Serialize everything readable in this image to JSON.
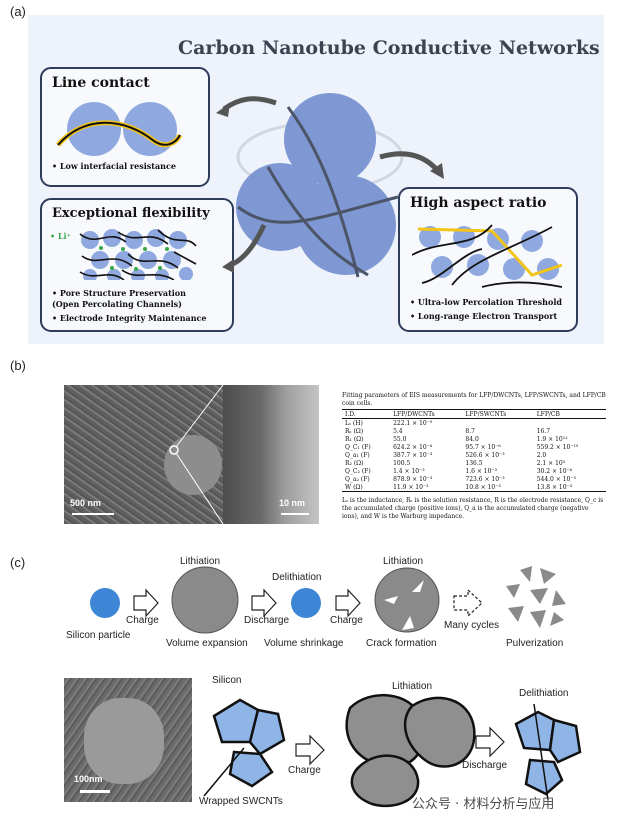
{
  "panel_labels": {
    "a": "(a)",
    "b": "(b)",
    "c": "(c)"
  },
  "panel_a": {
    "title": "Carbon Nanotube Conductive Networks",
    "line_contact": {
      "heading": "Line contact",
      "bullet": "• Low interfacial resistance"
    },
    "flexibility": {
      "heading": "Exceptional flexibility",
      "li_label": "• Li⁺",
      "bullets": [
        "• Pore Structure Preservation",
        "(Open Percolating Channels)",
        "• Electrode Integrity Maintenance"
      ]
    },
    "aspect_ratio": {
      "heading": "High aspect ratio",
      "bullets": [
        "• Ultra-low Percolation Threshold",
        "• Long-range Electron Transport"
      ]
    }
  },
  "panel_b": {
    "scale_bar_left": "500 nm",
    "scale_bar_right": "10 nm",
    "table_title": "Fitting parameters of EIS measurements for LFP/DWCNTs, LFP/SWCNTs, and LFP/CB coin cells.",
    "columns": [
      "I.D.",
      "LFP/DWCNTs",
      "LFP/SWCNTs",
      "LFP/CB"
    ],
    "rows": [
      [
        "Lₛ (H)",
        "222.1 × 10⁻⁹",
        "",
        ""
      ],
      [
        "Rₛ (Ω)",
        "5.4",
        "8.7",
        "16.7"
      ],
      [
        "R₁ (Ω)",
        "55.0",
        "84.0",
        "1.9 × 10¹²"
      ],
      [
        "Q_C₁ (F)",
        "624.2 × 10⁻⁶",
        "95.7 × 10⁻⁶",
        "559.2 × 10⁻¹⁵"
      ],
      [
        "Q_a₁ (F)",
        "387.7 × 10⁻³",
        "526.6 × 10⁻³",
        "2.0"
      ],
      [
        "R₂ (Ω)",
        "100.5",
        "136.5",
        "2.1 × 10³"
      ],
      [
        "Q_C₂ (F)",
        "1.4 × 10⁻³",
        "1.6 × 10⁻³",
        "30.2 × 10⁻⁶"
      ],
      [
        "Q_a₂ (F)",
        "878.9 × 10⁻³",
        "723.6 × 10⁻³",
        "544.0 × 10⁻³"
      ],
      [
        "W (Ω)",
        "11.9 × 10⁻³",
        "10.8 × 10⁻³",
        "13.8 × 10⁻³"
      ]
    ],
    "caption": "Lₛ is the inductance, Rₛ is the solution resistance, R is the electrode resistance, Q_c is the accumulated charge (positive ions), Q_a is the accumulated charge (negative ions), and W is the Warburg impedance."
  },
  "panel_c": {
    "top": {
      "silicon_particle": "Silicon particle",
      "charge1": "Charge",
      "lithiation1": "Lithiation",
      "volume_expansion": "Volume expansion",
      "discharge": "Discharge",
      "delithiation1": "Delithiation",
      "volume_shrinkage": "Volume shrinkage",
      "charge2": "Charge",
      "lithiation2": "Lithiation",
      "crack_formation": "Crack formation",
      "many_cycles": "Many cycles",
      "pulverization": "Pulverization"
    },
    "bottom": {
      "scale_bar": "100nm",
      "silicon": "Silicon",
      "wrapped": "Wrapped SWCNTs",
      "charge": "Charge",
      "lithiation": "Lithiation",
      "discharge": "Discharge",
      "delithiation": "Delithiation"
    }
  },
  "watermark": "公众号 · 材料分析与应用",
  "colors": {
    "sphere": "#8fa9e0",
    "si_blue": "#3d86d6",
    "gray_particle": "#8a8a8a",
    "box_border": "#2f3c5a",
    "panel_bg": "#eef3fb",
    "cnt_yellow": "#f2c418"
  }
}
